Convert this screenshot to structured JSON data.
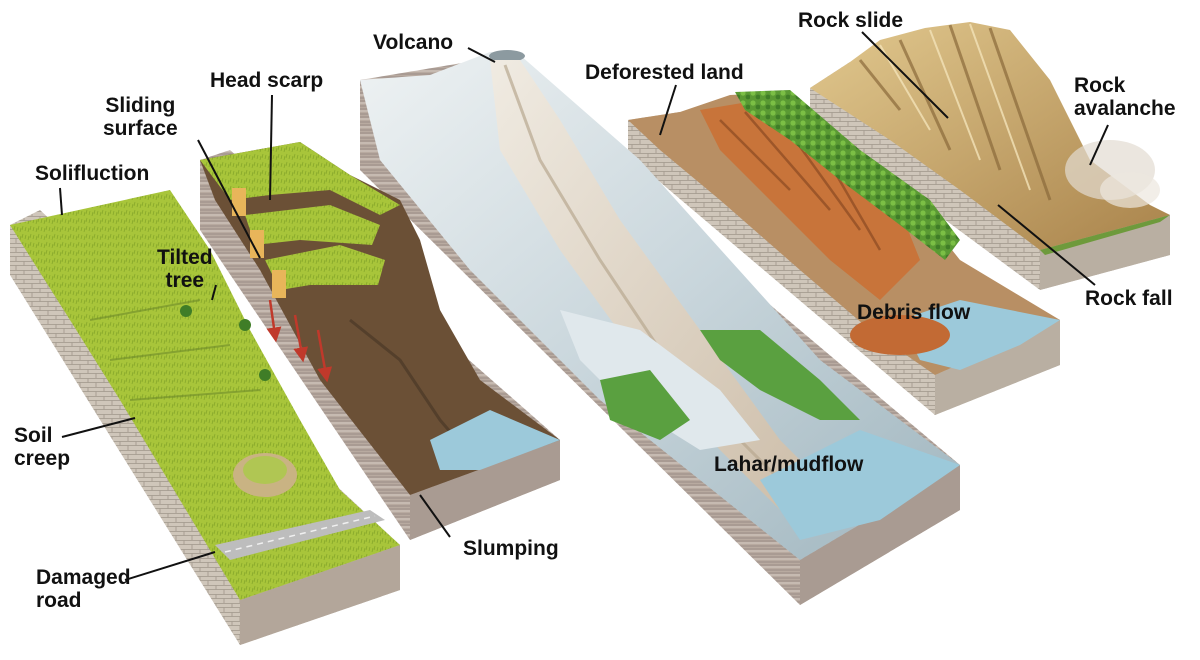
{
  "labels": {
    "solifluction": "Solifluction",
    "sliding_surface": [
      "Sliding",
      "surface"
    ],
    "head_scarp": "Head scarp",
    "tilted_tree": [
      "Tilted",
      "tree"
    ],
    "soil_creep": [
      "Soil",
      "creep"
    ],
    "damaged_road": [
      "Damaged",
      "road"
    ],
    "volcano": "Volcano",
    "slumping": "Slumping",
    "lahar_mudflow": "Lahar/mudflow",
    "deforested_land": "Deforested land",
    "debris_flow": "Debris flow",
    "rock_slide": "Rock slide",
    "rock_avalanche": [
      "Rock",
      "avalanche"
    ],
    "rock_fall": "Rock fall"
  },
  "colors": {
    "grass": "#a9c63a",
    "soil": "#8a6a4a",
    "rock": "#c9bfb2",
    "water": "#9cc9da",
    "mud": "#d8cdbd",
    "snow": "#e6edf0",
    "debris": "#c0743a",
    "forest": "#4d8f2e",
    "tan_rock": "#c8a56a"
  }
}
